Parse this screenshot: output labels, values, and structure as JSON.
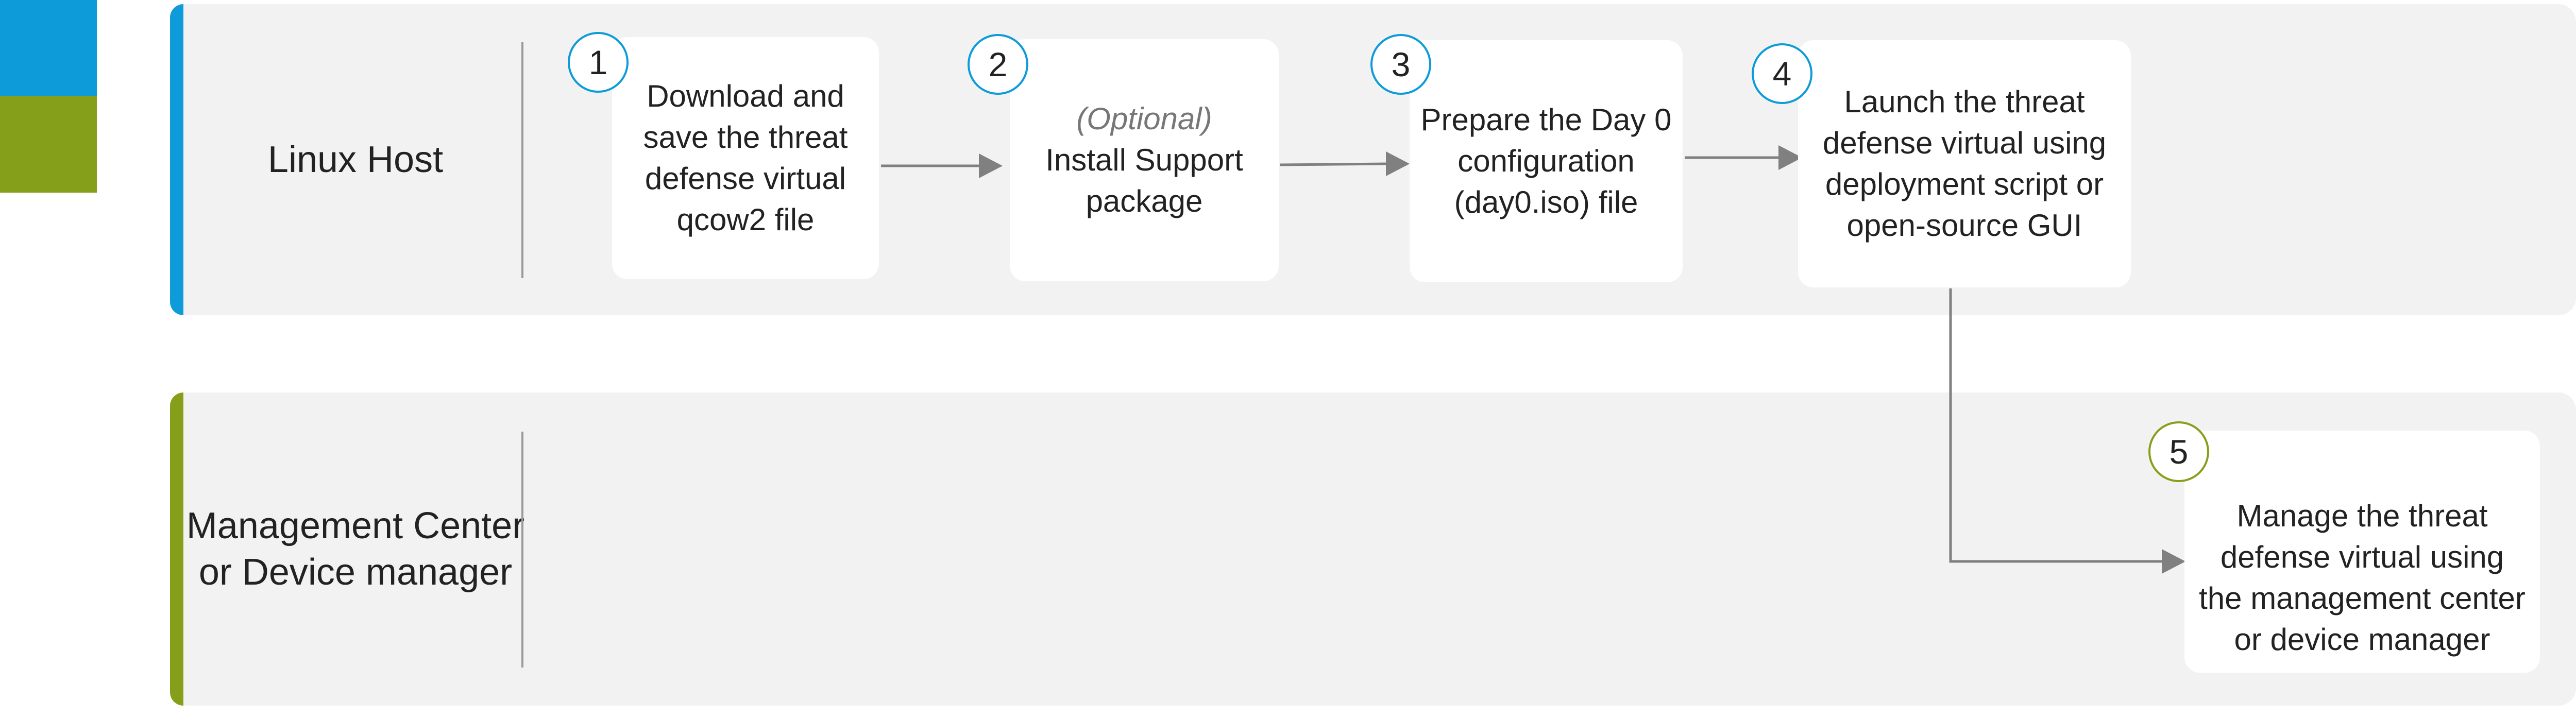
{
  "lanes": [
    {
      "title": "Linux Host",
      "color": "#0d9bd9"
    },
    {
      "title": "Management Center or Device manager",
      "color": "#869f1b"
    }
  ],
  "steps": [
    {
      "number": "1",
      "optional": "",
      "text": "Download and save the threat defense virtual qcow2 file"
    },
    {
      "number": "2",
      "optional": "(Optional)",
      "text": "Install Support package"
    },
    {
      "number": "3",
      "optional": "",
      "text": "Prepare the Day 0 configuration (day0.iso) file"
    },
    {
      "number": "4",
      "optional": "",
      "text": "Launch the threat defense virtual using deployment script or open-source GUI"
    },
    {
      "number": "5",
      "optional": "",
      "text": "Manage the threat defense virtual using the management center or device manager"
    }
  ],
  "colors": {
    "lane_bg": "#f2f2f2",
    "blue": "#0d9bd9",
    "green": "#869f1b",
    "arrow": "#808080"
  }
}
